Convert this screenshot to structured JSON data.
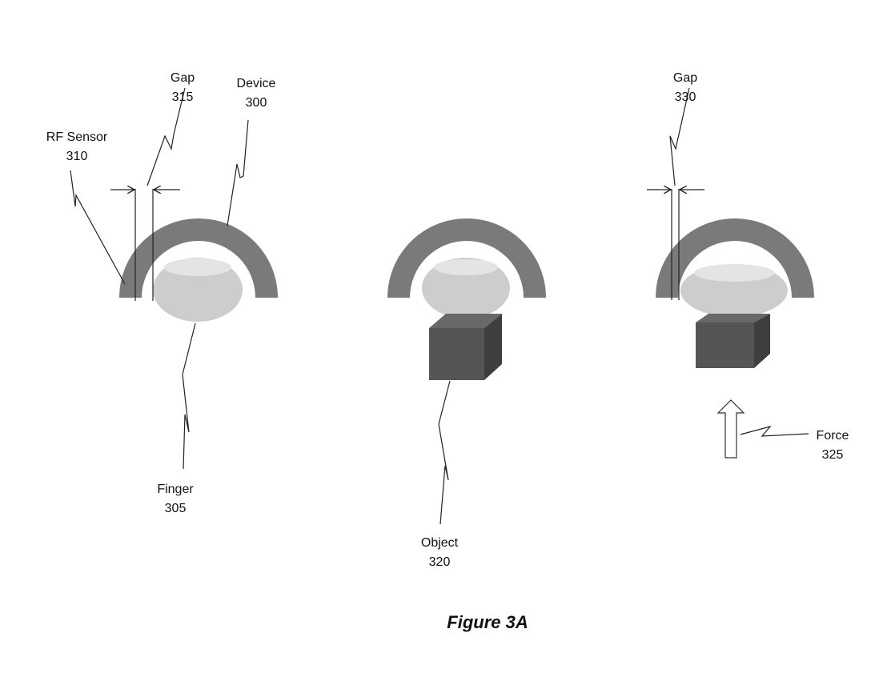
{
  "figure": {
    "caption": "Figure 3A"
  },
  "labels": {
    "gap1": {
      "name": "Gap",
      "ref": "315"
    },
    "device": {
      "name": "Device",
      "ref": "300"
    },
    "rf_sensor": {
      "name": "RF Sensor",
      "ref": "310"
    },
    "finger": {
      "name": "Finger",
      "ref": "305"
    },
    "object": {
      "name": "Object",
      "ref": "320"
    },
    "gap2": {
      "name": "Gap",
      "ref": "330"
    },
    "force": {
      "name": "Force",
      "ref": "325"
    }
  },
  "colors": {
    "device": "#7a7a7a",
    "finger": "#cdcdcd",
    "finger_highlight": "#e4e4e4",
    "object_front": "#555555",
    "object_side": "#3e3e3e",
    "object_top": "#686868"
  }
}
